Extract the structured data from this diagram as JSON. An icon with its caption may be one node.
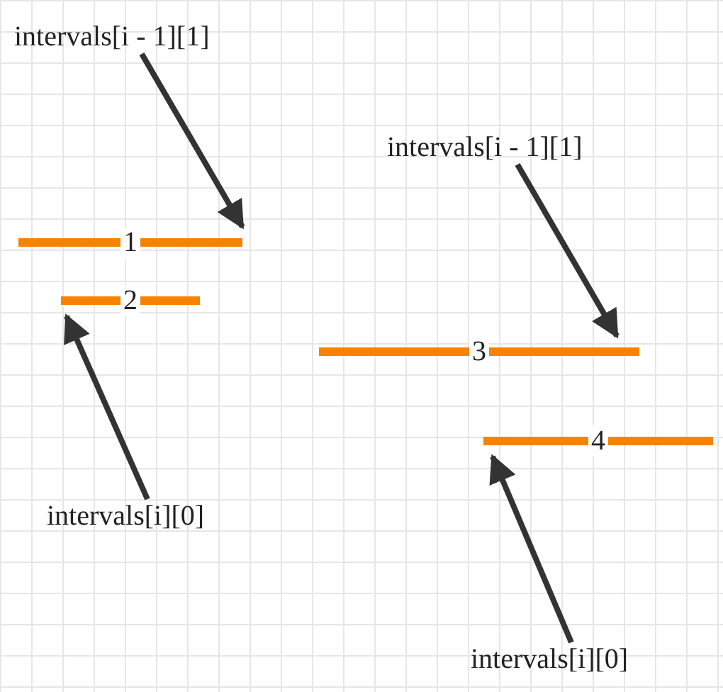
{
  "diagram": {
    "nodes": [
      {
        "text": [
          "intervals[i - 1][1]"
        ]
      },
      {
        "text": [
          "1"
        ]
      },
      {
        "text": [
          "2"
        ]
      },
      {
        "text": [
          "intervals[i - 1][1]"
        ]
      },
      {
        "text": [
          "3"
        ]
      },
      {
        "text": [
          "4"
        ]
      },
      {
        "text": [
          "intervals[i][0]"
        ]
      },
      {
        "text": [
          "intervals[i][0]"
        ]
      }
    ],
    "edges": [
      {
        "from": 0,
        "to": 1,
        "arrow": "to"
      },
      {
        "from": 6,
        "to": 2,
        "arrow": "to"
      },
      {
        "from": 3,
        "to": 4,
        "arrow": "to"
      },
      {
        "from": 7,
        "to": 5,
        "arrow": "to"
      }
    ]
  }
}
